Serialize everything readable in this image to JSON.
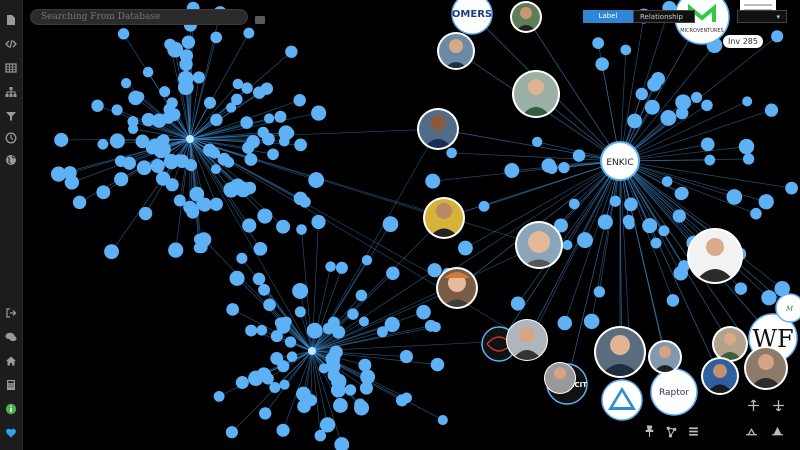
{
  "search": {
    "placeholder": "Searching From Database"
  },
  "tabs": [
    {
      "label": "Label",
      "active": true
    },
    {
      "label": "Relationship",
      "active": false
    },
    {
      "label": "",
      "active": false
    }
  ],
  "investor_badge": {
    "label": "Inv   285"
  },
  "hub": {
    "label": "ENKIC"
  },
  "logos": {
    "omers": "OMERS",
    "microventures": "MICROVENTURES",
    "advancit": "ADVANCIT",
    "raptor": "Raptor",
    "wf": "WF"
  },
  "sidebar": {
    "icons": [
      "document-icon",
      "code-icon",
      "table-icon",
      "hierarchy-icon",
      "filter-icon",
      "clock-icon",
      "globe-icon",
      "logout-icon",
      "chat-icon",
      "home-icon",
      "calculator-icon",
      "info-icon",
      "heart-icon"
    ]
  },
  "colors": {
    "node": "#5fb1f5",
    "edge": "#3f8fd6",
    "sidebar_bg": "#1c1c1c",
    "tab_active": "#2f86d8",
    "info": "#4caf50",
    "heart": "#2aa6ea"
  }
}
